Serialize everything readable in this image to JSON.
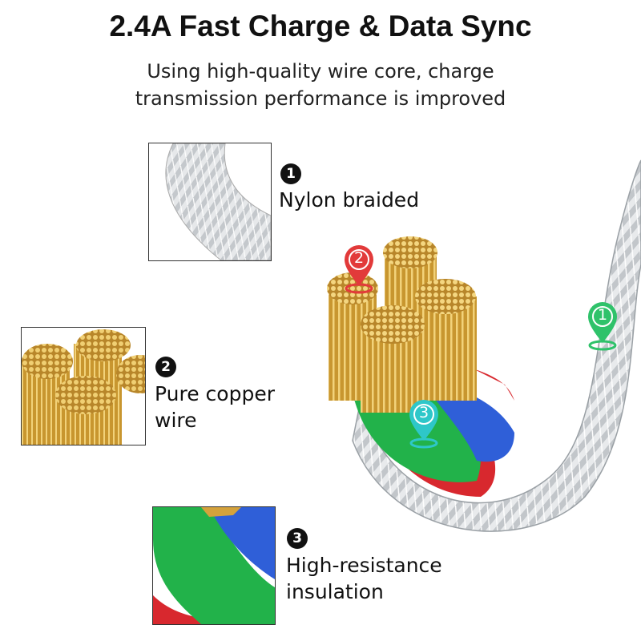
{
  "header": {
    "title": "2.4A Fast Charge & Data Sync",
    "subtitle_line1": "Using high-quality wire core, charge",
    "subtitle_line2": "transmission performance is improved"
  },
  "features": [
    {
      "number": "1",
      "label_line1": "Nylon braided",
      "label_line2": ""
    },
    {
      "number": "2",
      "label_line1": "Pure copper",
      "label_line2": "wire"
    },
    {
      "number": "3",
      "label_line1": "High-resistance",
      "label_line2": "insulation"
    }
  ],
  "markers": [
    {
      "number": "1",
      "color": "#2fc26a"
    },
    {
      "number": "2",
      "color": "#e23a3a"
    },
    {
      "number": "3",
      "color": "#2ec7c9"
    }
  ],
  "colors": {
    "braid": "#d6d9dc",
    "copper": "#d4a23c",
    "insulation_green": "#22b24a",
    "insulation_blue": "#2f5fd8",
    "insulation_red": "#d8282e"
  }
}
